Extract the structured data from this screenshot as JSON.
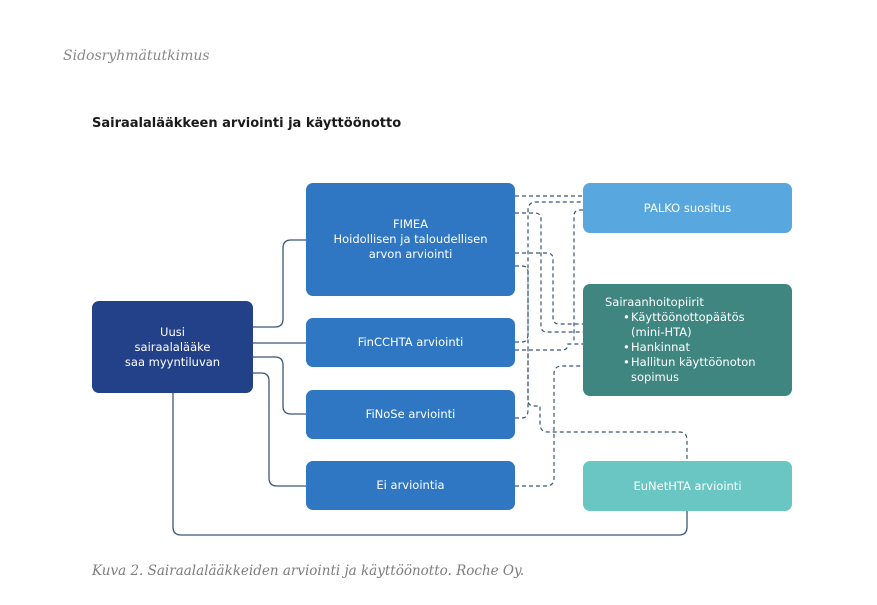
{
  "header": {
    "text": "Sidosryhmätutkimus"
  },
  "title": "Sairaalalääkkeen arviointi ja käyttöönotto",
  "boxes": {
    "uusi": "Uusi\nsairaalalääke\nsaa myyntiluvan",
    "fimea": "FIMEA\nHoidollisen ja taloudellisen\narvon arviointi",
    "fincchta": "FinCCHTA arviointi",
    "finose": "FiNoSe arviointi",
    "ei": "Ei arviointia",
    "palko": "PALKO suositus",
    "sairaanhoitopiirit": {
      "title": "Sairaanhoitopiirit",
      "items": [
        "Käyttöönottopäätös\n(mini-HTA)",
        "Hankinnat",
        "Hallitun käyttöönoton\nsopimus"
      ]
    },
    "eunethta": "EuNetHTA arviointi"
  },
  "colors": {
    "dark_navy": "#234188",
    "blue": "#2f77c2",
    "light_blue": "#58a7de",
    "teal": "#3f8680",
    "light_teal": "#69c6c3",
    "connector": "#3a5677"
  },
  "caption": "Kuva 2. Sairaalalääkkeiden arviointi ja käyttöönotto. Roche Oy."
}
